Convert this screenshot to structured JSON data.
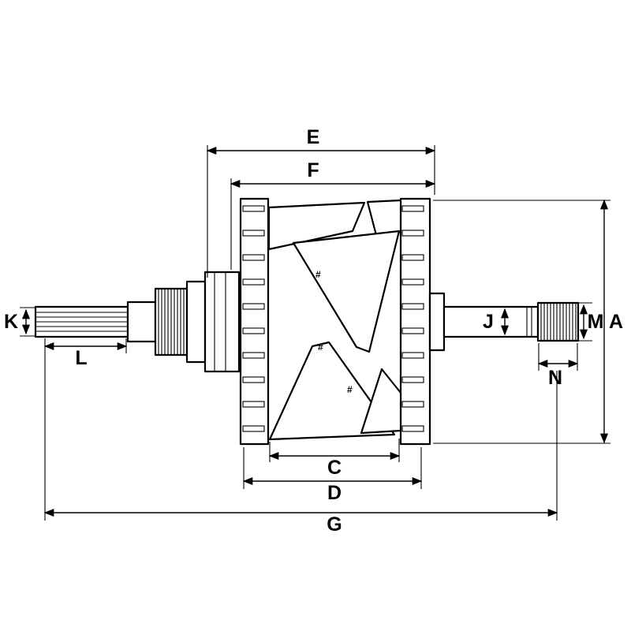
{
  "diagram": {
    "type": "technical-dimension-drawing",
    "subject": "Alternator rotor cross-section with dimension callouts",
    "background": "#ffffff",
    "stroke_color": "#000000",
    "labels": {
      "E": "E",
      "F": "F",
      "A": "A",
      "M": "M",
      "J": "J",
      "K": "K",
      "L": "L",
      "N": "N",
      "C": "C",
      "D": "D",
      "G": "G"
    },
    "marks": {
      "hash": "#"
    }
  }
}
